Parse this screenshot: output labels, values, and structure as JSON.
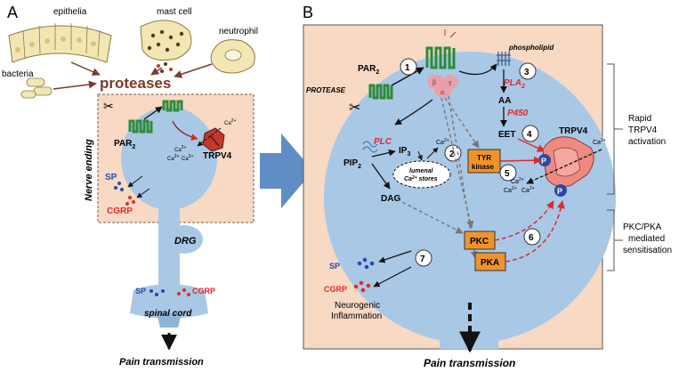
{
  "panel_a": {
    "label": "A",
    "cells": {
      "epithelia": "epithelia",
      "mast_cell": "mast cell",
      "neutrophil": "neutrophil",
      "bacteria": "bacteria"
    },
    "proteases": "proteases",
    "nerve_ending": "Nerve ending",
    "receptor": "PAR",
    "receptor_sub": "2",
    "channel": "TRPV4",
    "ca": "Ca",
    "ca_sup": "2+",
    "sp": "SP",
    "cgrp": "CGRP",
    "drg": "DRG",
    "spinal_cord": "spinal cord",
    "output": "Pain transmission"
  },
  "panel_b": {
    "label": "B",
    "protease": "PROTEASE",
    "receptor": "PAR",
    "receptor_sub": "2",
    "phospholipid": "phospholipid",
    "pla": "PLA",
    "pla_sub": "2",
    "aa": "AA",
    "p450": "P450",
    "eet": "EET",
    "channel": "TRPV4",
    "plc": "PLC",
    "ip": "IP",
    "ip_sub": "3",
    "pip": "PIP",
    "pip_sub": "2",
    "dag": "DAG",
    "lumenal_1": "lumenal",
    "lumenal_2": "Ca",
    "lumenal_3": "stores",
    "tyr_1": "TYR",
    "tyr_2": "kinase",
    "pkc": "PKC",
    "pka": "PKA",
    "ca": "Ca",
    "ca_sup": "2+",
    "phospho": "P",
    "g_beta": "β",
    "g_alpha": "α",
    "g_gamma": "γ",
    "sp": "SP",
    "cgrp": "CGRP",
    "neurogenic_1": "Neurogenic",
    "neurogenic_2": "Inflammation",
    "output": "Pain transmission",
    "steps": [
      "1",
      "2",
      "3",
      "4",
      "5",
      "6",
      "7"
    ]
  },
  "side_labels": {
    "rapid": [
      "Rapid",
      "TRPV4",
      "activation"
    ],
    "sensitisation": [
      "PKC/PKA",
      "mediated",
      "sensitisation"
    ]
  },
  "colors": {
    "background": "#f7d9c4",
    "neuron": "#a9c8e6",
    "red": "#e12a2a",
    "green": "#2e8b3a",
    "kinase": "#f0932b",
    "brown": "#7a3b2e",
    "arrow_blue": "#4f81bd"
  }
}
